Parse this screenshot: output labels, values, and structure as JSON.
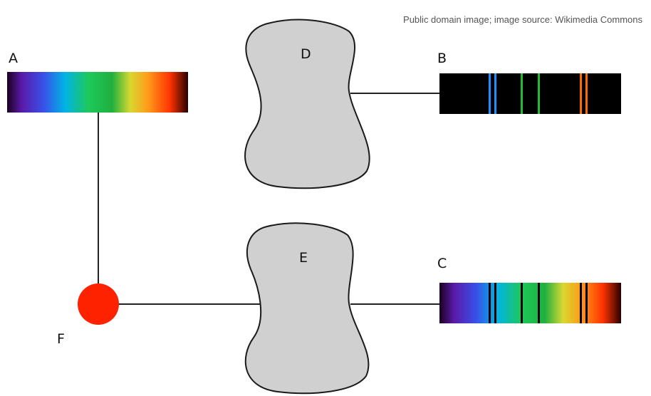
{
  "credit": "Public domain image; image source: Wikimedia Commons",
  "labels": {
    "A": "A",
    "B": "B",
    "C": "C",
    "D": "D",
    "E": "E",
    "F": "F"
  },
  "colors": {
    "source": "#ff2200",
    "cloud_fill": "#d0d0d0",
    "cloud_stroke": "#1a1a1a",
    "line": "#222222",
    "emission_background": "#000000"
  },
  "spectral_lines": {
    "blue": "#1e90ff",
    "green": "#22bb33",
    "orange": "#ff6a00"
  }
}
